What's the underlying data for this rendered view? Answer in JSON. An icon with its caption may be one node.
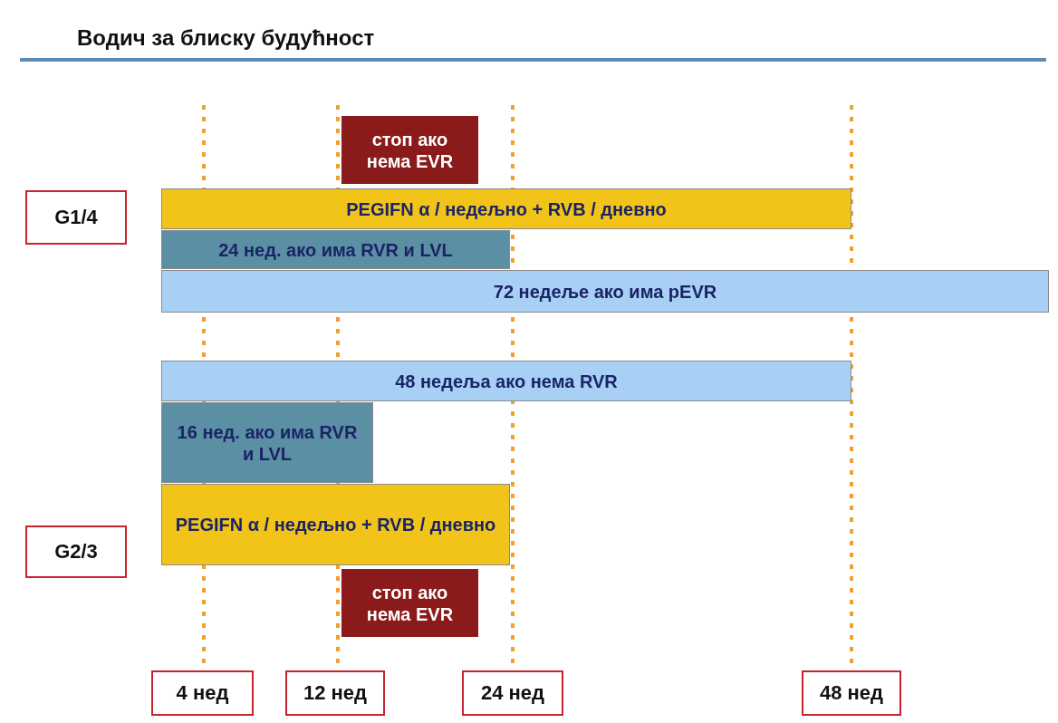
{
  "diagram": {
    "title": "Водич за блиску будућност",
    "nodes": [
      {
        "text": [
          "стоп ако нема EVR"
        ]
      },
      {
        "text": [
          "G1/4"
        ]
      },
      {
        "text": [
          "PEGIFN α / недељно + RVB / дневно"
        ]
      },
      {
        "text": [
          "24 нед. ако има RVR и LVL"
        ]
      },
      {
        "text": [
          "72 недеље ако има pEVR"
        ]
      },
      {
        "text": [
          "48 недеља ако нема RVR"
        ]
      },
      {
        "text": [
          "16 нед. ако има RVR и LVL"
        ]
      },
      {
        "text": [
          "PEGIFN α / недељно + RVB / дневно"
        ]
      },
      {
        "text": [
          "G2/3"
        ]
      },
      {
        "text": [
          "стоп ако нема EVR"
        ]
      },
      {
        "text": [
          "4 нед"
        ]
      },
      {
        "text": [
          "12 нед"
        ]
      },
      {
        "text": [
          "24 нед"
        ]
      },
      {
        "text": [
          "48 нед"
        ]
      }
    ],
    "edges": []
  }
}
